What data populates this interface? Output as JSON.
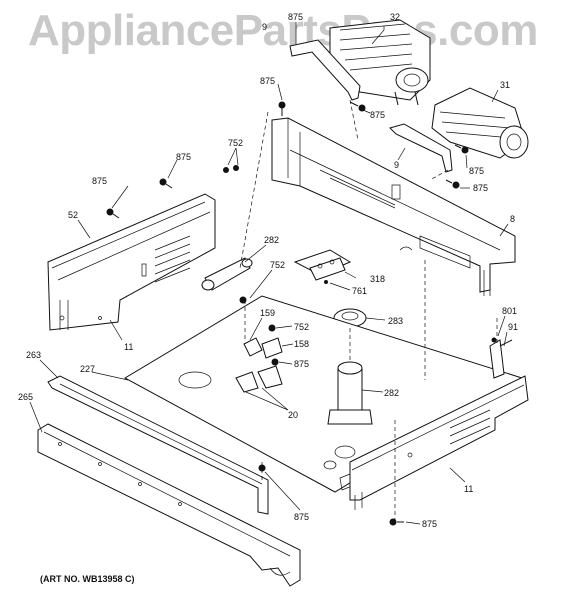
{
  "watermark": "AppliancePartsPros.com",
  "art_number": "(ART NO. WB13958 C)",
  "callouts": {
    "p875a": "875",
    "p32": "32",
    "p9a": "9",
    "p875b": "875",
    "p875c": "875",
    "p31": "31",
    "p752a": "752",
    "p875d": "875",
    "p875e": "875",
    "p9b": "9",
    "p875f": "875",
    "p875g": "875",
    "p8": "8",
    "p52": "52",
    "p282a": "282",
    "p752b": "752",
    "p318": "318",
    "p761": "761",
    "p283": "283",
    "p11a": "11",
    "p159": "159",
    "p752c": "752",
    "p158": "158",
    "p875h": "875",
    "p801": "801",
    "p91": "91",
    "p263": "263",
    "p227": "227",
    "p282b": "282",
    "p265": "265",
    "p20": "20",
    "p11b": "11",
    "p875i": "875",
    "p875j": "875"
  },
  "colors": {
    "line": "#111111",
    "watermark": "#c9c9c9",
    "background": "#ffffff"
  }
}
